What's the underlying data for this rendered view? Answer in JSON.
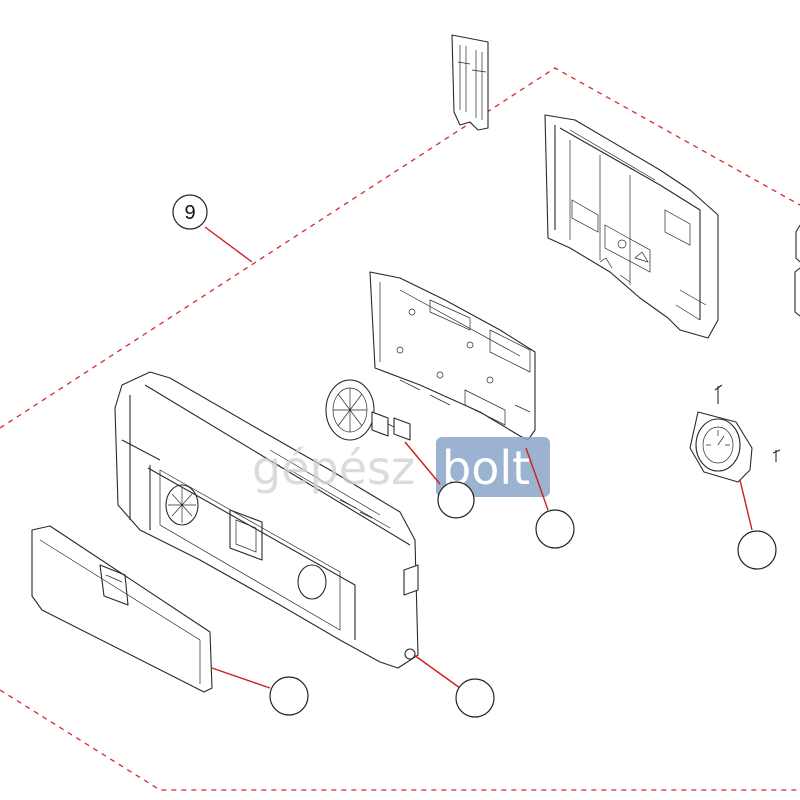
{
  "diagram": {
    "group_number": "9",
    "callouts": [
      {
        "id": "group",
        "label": "9"
      },
      {
        "id": "speaker",
        "label": ""
      },
      {
        "id": "pcb",
        "label": ""
      },
      {
        "id": "gauge",
        "label": ""
      },
      {
        "id": "flap",
        "label": ""
      },
      {
        "id": "panel",
        "label": ""
      }
    ]
  },
  "watermark": {
    "text_a": "gépész",
    "text_b": "bolt",
    "brand_color": "#8aa4c8"
  },
  "colors": {
    "leader": "#cc1f1f",
    "dashed_boundary": "#d42a2a",
    "line_art": "#2a2a2a"
  }
}
